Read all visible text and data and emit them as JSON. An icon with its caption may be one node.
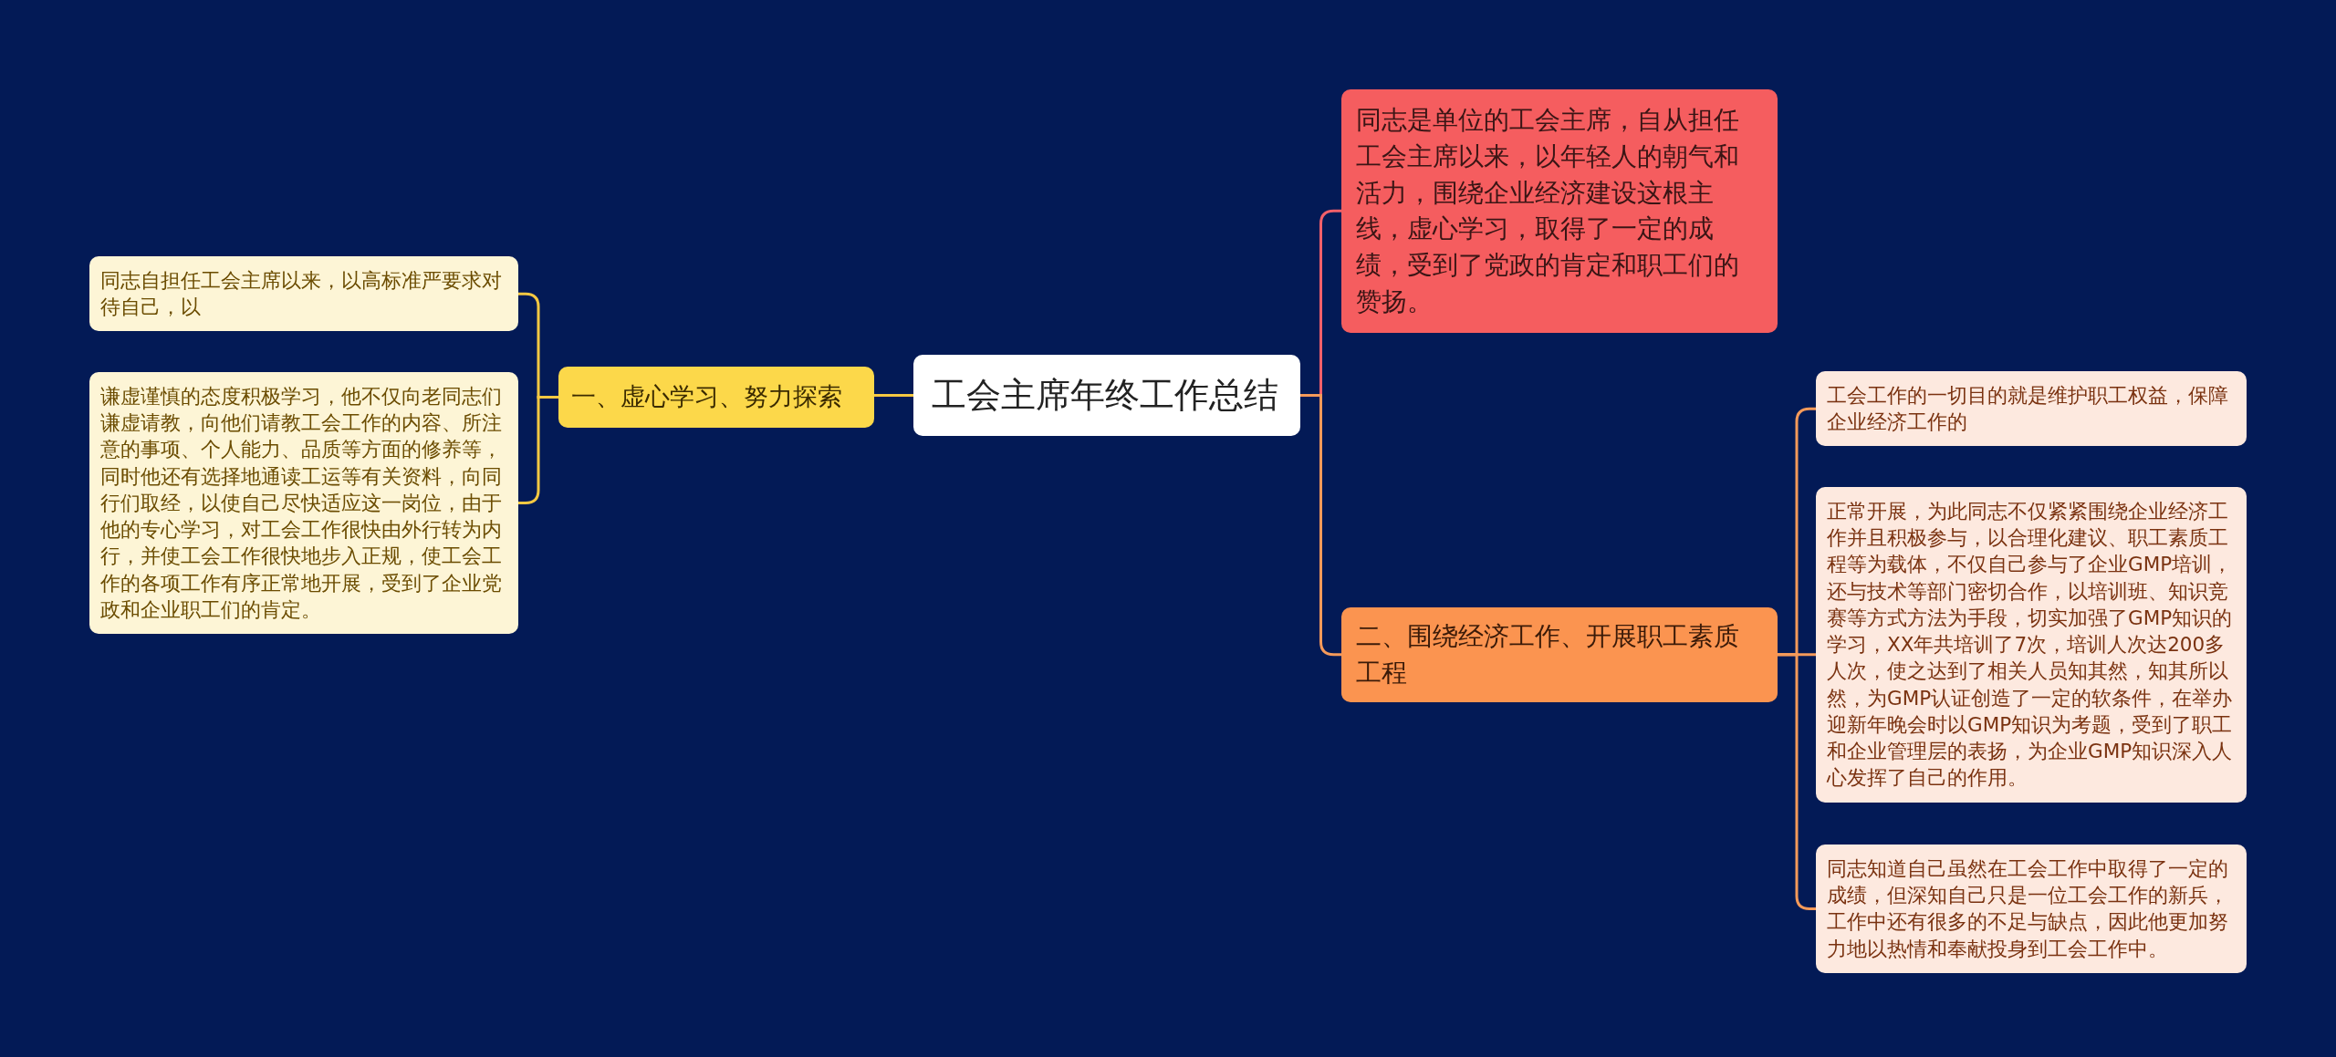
{
  "diagram": {
    "nodes": [
      {
        "text": [
          "工会主席年终工作总结"
        ]
      },
      {
        "text": [
          "一、虚心学习、努力探索"
        ]
      },
      {
        "text": [
          "同志自担任工会主席以来，以高标准严要求对待自己，以"
        ]
      },
      {
        "text": [
          "谦虚谨慎的态度积极学习，他不仅向老同志们谦虚请教，向他们请教工会工作的内容、所注意的事项、个人能力、品质等方面的修养等，同时他还有选择地通读工运等有关资料，向同行们取经，以使自己尽快适应这一岗位，由于他的专心学习，对工会工作很快由外行转为内行，并使工会工作很快地步入正规，使工会工作的各项工作有序正常地开展，受到了企业党政和企业职工们的肯定。"
        ]
      },
      {
        "text": [
          "同志是单位的工会主席，自从担任工会主席以来，以年轻人的朝气和活力，围绕企业经济建设这根主线，虚心学习，取得了一定的成绩，受到了党政的肯定和职工们的赞扬。"
        ]
      },
      {
        "text": [
          "二、围绕经济工作、开展职工素质工程"
        ]
      },
      {
        "text": [
          "工会工作的一切目的就是维护职工权益，保障企业经济工作的"
        ]
      },
      {
        "text": [
          "正常开展，为此同志不仅紧紧围绕企业经济工作并且积极参与，以合理化建议、职工素质工程等为载体，不仅自己参与了企业GMP培训，还与技术等部门密切合作，以培训班、知识竞赛等方式方法为手段，切实加强了GMP知识的学习，XX年共培训了7次，培训人次达200多人次，使之达到了相关人员知其然，知其所以然，为GMP认证创造了一定的软条件，在举办迎新年晚会时以GMP知识为考题，受到了职工和企业管理层的表扬，为企业GMP知识深入人心发挥了自己的作用。"
        ]
      },
      {
        "text": [
          "同志知道自己虽然在工会工作中取得了一定的成绩，但深知自己只是一位工会工作的新兵，工作中还有很多的不足与缺点，因此他更加努力地以热情和奉献投身到工会工作中。"
        ]
      }
    ],
    "edges": [
      {
        "from": 0,
        "to": 1,
        "arrow": "none",
        "color": "#f5c842"
      },
      {
        "from": 1,
        "to": 2,
        "arrow": "none",
        "color": "#f5c842"
      },
      {
        "from": 1,
        "to": 3,
        "arrow": "none",
        "color": "#f5c842"
      },
      {
        "from": 0,
        "to": 4,
        "arrow": "none",
        "color": "#f2606a"
      },
      {
        "from": 0,
        "to": 5,
        "arrow": "none"
      },
      {
        "from": 5,
        "to": 6,
        "arrow": "none"
      },
      {
        "from": 5,
        "to": 7,
        "arrow": "none"
      },
      {
        "from": 5,
        "to": 8,
        "arrow": "none"
      }
    ]
  }
}
